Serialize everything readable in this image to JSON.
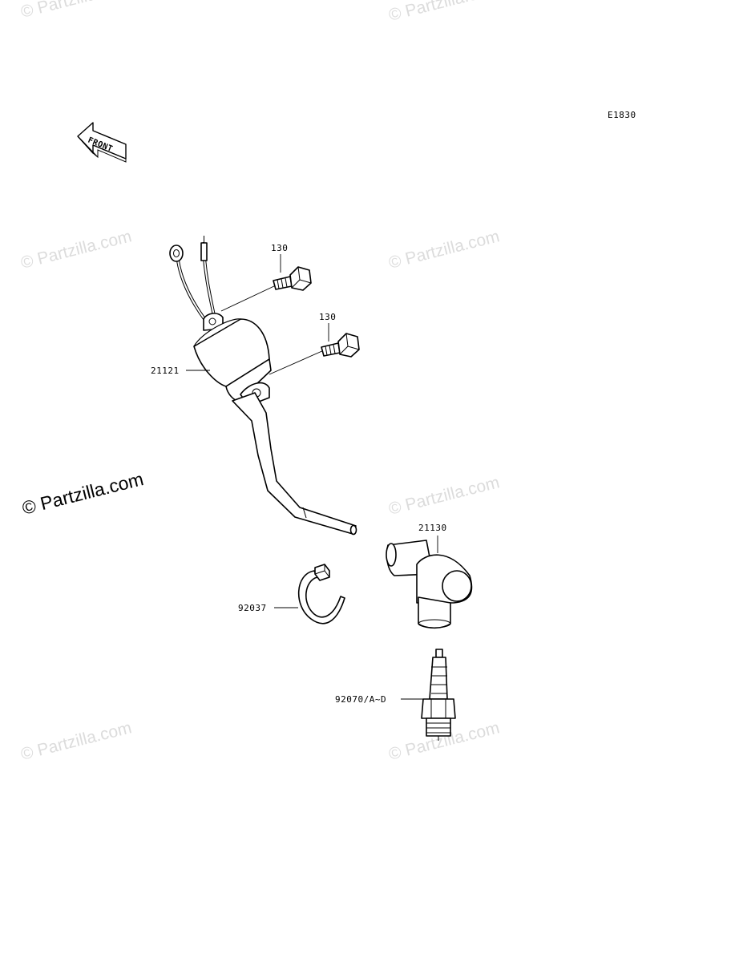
{
  "diagram": {
    "code": "E1830",
    "front_label": "FRONT",
    "watermark": "© Partzilla.com",
    "callouts": {
      "bolt_upper": "130",
      "bolt_lower": "130",
      "ignition_coil": "21121",
      "plug_cap": "21130",
      "clamp": "92037",
      "spark_plug": "92070/A~D"
    }
  }
}
